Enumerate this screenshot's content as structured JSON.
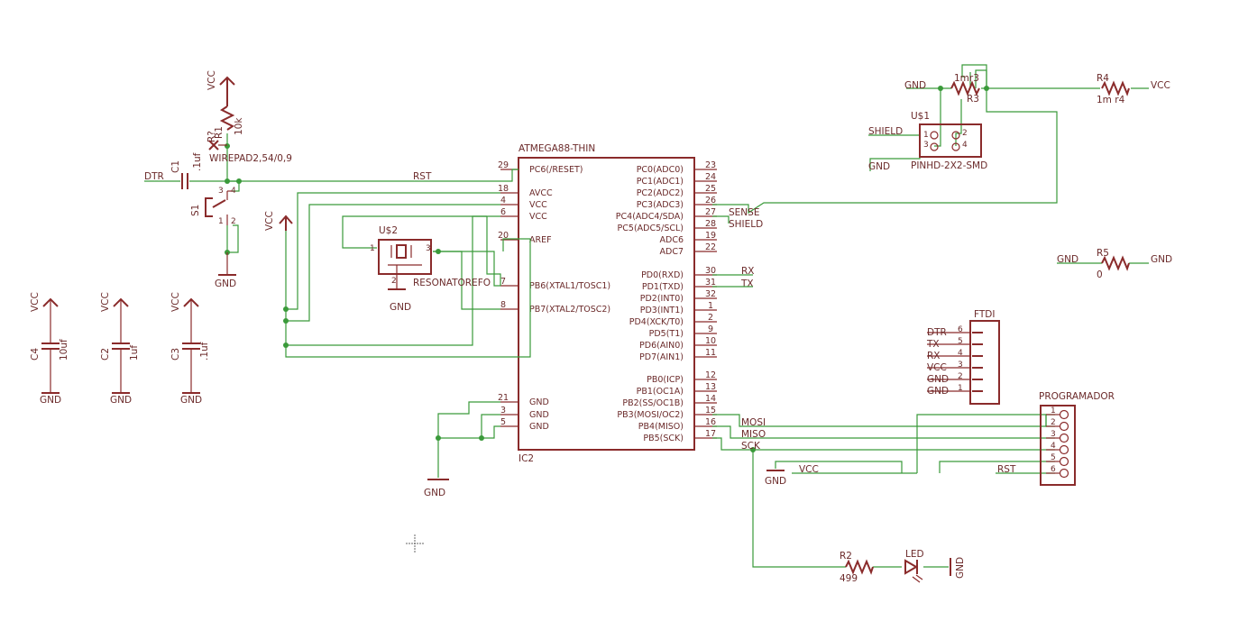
{
  "colors": {
    "part": "#8a2b2b",
    "wire": "#3a9a3a",
    "text": "#6b2a2a",
    "background": "#ffffff"
  },
  "ic2": {
    "name": "ATMEGA88-THIN",
    "ref": "IC2",
    "left_pins": [
      {
        "num": "29",
        "label": "PC6(/RESET)"
      },
      {
        "num": "18",
        "label": "AVCC"
      },
      {
        "num": "4",
        "label": "VCC"
      },
      {
        "num": "6",
        "label": "VCC"
      },
      {
        "num": "20",
        "label": "AREF"
      },
      {
        "num": "7",
        "label": "PB6(XTAL1/TOSC1)"
      },
      {
        "num": "8",
        "label": "PB7(XTAL2/TOSC2)"
      },
      {
        "num": "21",
        "label": "GND"
      },
      {
        "num": "3",
        "label": "GND"
      },
      {
        "num": "5",
        "label": "GND"
      }
    ],
    "right_pins": [
      {
        "num": "23",
        "label": "PC0(ADC0)"
      },
      {
        "num": "24",
        "label": "PC1(ADC1)"
      },
      {
        "num": "25",
        "label": "PC2(ADC2)"
      },
      {
        "num": "26",
        "label": "PC3(ADC3)"
      },
      {
        "num": "27",
        "label": "PC4(ADC4/SDA)"
      },
      {
        "num": "28",
        "label": "PC5(ADC5/SCL)"
      },
      {
        "num": "19",
        "label": "ADC6"
      },
      {
        "num": "22",
        "label": "ADC7"
      },
      {
        "num": "30",
        "label": "PD0(RXD)"
      },
      {
        "num": "31",
        "label": "PD1(TXD)"
      },
      {
        "num": "32",
        "label": "PD2(INT0)"
      },
      {
        "num": "1",
        "label": "PD3(INT1)"
      },
      {
        "num": "2",
        "label": "PD4(XCK/T0)"
      },
      {
        "num": "9",
        "label": "PD5(T1)"
      },
      {
        "num": "10",
        "label": "PD6(AIN0)"
      },
      {
        "num": "11",
        "label": "PD7(AIN1)"
      },
      {
        "num": "12",
        "label": "PB0(ICP)"
      },
      {
        "num": "13",
        "label": "PB1(OC1A)"
      },
      {
        "num": "14",
        "label": "PB2(SS/OC1B)"
      },
      {
        "num": "15",
        "label": "PB3(MOSI/OC2)"
      },
      {
        "num": "16",
        "label": "PB4(MISO)"
      },
      {
        "num": "17",
        "label": "PB5(SCK)"
      }
    ]
  },
  "nets": {
    "vcc": "VCC",
    "gnd": "GND",
    "rst": "RST",
    "dtr": "DTR",
    "sense": "SENSE",
    "shield": "SHIELD",
    "rx": "RX",
    "tx": "TX",
    "mosi": "MOSI",
    "miso": "MISO",
    "sck": "SCK"
  },
  "parts": {
    "r_pullup": {
      "ref": "R1",
      "value": "10k"
    },
    "r_pullup_alt": "R?",
    "wirepad": "WIREPAD2,54/0,9",
    "c1": {
      "ref": "C1",
      "value": ".1uf"
    },
    "s1": {
      "ref": "S1",
      "pins": [
        "1",
        "2",
        "3",
        "4"
      ]
    },
    "u2": {
      "ref": "U$2",
      "name": "RESONATOREFO",
      "pins": [
        "1",
        "2",
        "3"
      ]
    },
    "c4": {
      "ref": "C4",
      "value": "10uf"
    },
    "c2": {
      "ref": "C2",
      "value": "1uf"
    },
    "c3": {
      "ref": "C3",
      "value": ".1uf"
    },
    "r3": {
      "ref": "R3",
      "value": "1mr3"
    },
    "r4": {
      "ref": "R4",
      "value": "1m r4"
    },
    "r5": {
      "ref": "R5",
      "value": "0"
    },
    "u1": {
      "ref": "U$1",
      "name": "PINHD-2X2-SMD",
      "pins": [
        "1",
        "2",
        "3",
        "4"
      ]
    },
    "ftdi": {
      "name": "FTDI",
      "pins": [
        {
          "num": "6",
          "net": "DTR"
        },
        {
          "num": "5",
          "net": "TX"
        },
        {
          "num": "4",
          "net": "RX"
        },
        {
          "num": "3",
          "net": "VCC"
        },
        {
          "num": "2",
          "net": "GND"
        },
        {
          "num": "1",
          "net": "GND"
        }
      ]
    },
    "programador": {
      "name": "PROGRAMADOR",
      "pins": [
        "1",
        "2",
        "3",
        "4",
        "5",
        "6"
      ]
    },
    "r2": {
      "ref": "R2",
      "value": "499"
    },
    "led": {
      "ref": "LED"
    }
  }
}
